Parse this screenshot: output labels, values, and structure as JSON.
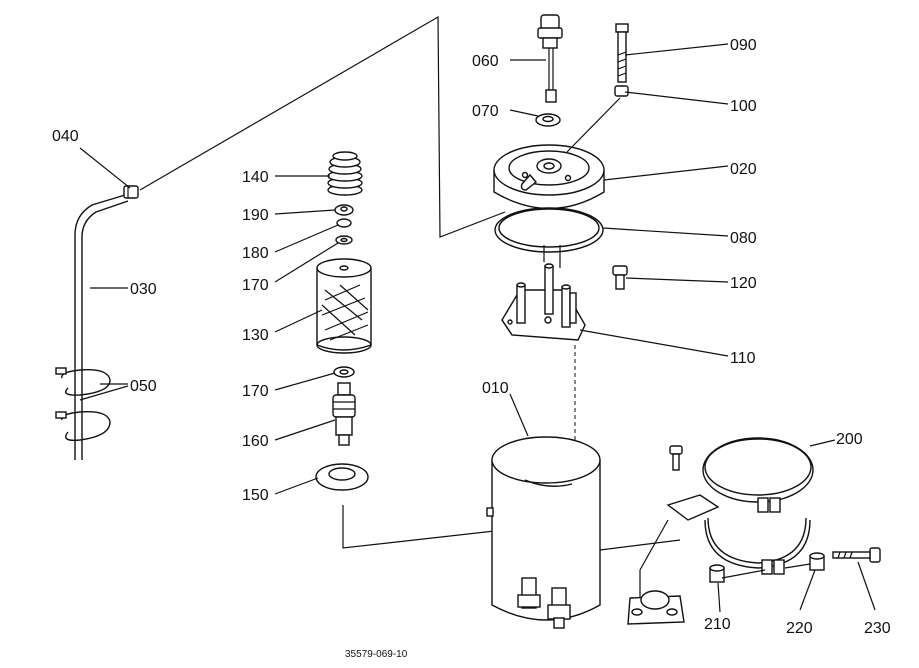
{
  "labels": {
    "p010": "010",
    "p020": "020",
    "p030": "030",
    "p040": "040",
    "p050": "050",
    "p060": "060",
    "p070": "070",
    "p080": "080",
    "p090": "090",
    "p100": "100",
    "p110": "110",
    "p120": "120",
    "p130": "130",
    "p140": "140",
    "p150": "150",
    "p160": "160",
    "p170a": "170",
    "p170b": "170",
    "p180": "180",
    "p190": "190",
    "p200": "200",
    "p210": "210",
    "p220": "220",
    "p230": "230"
  },
  "footer": "35579-069-10"
}
